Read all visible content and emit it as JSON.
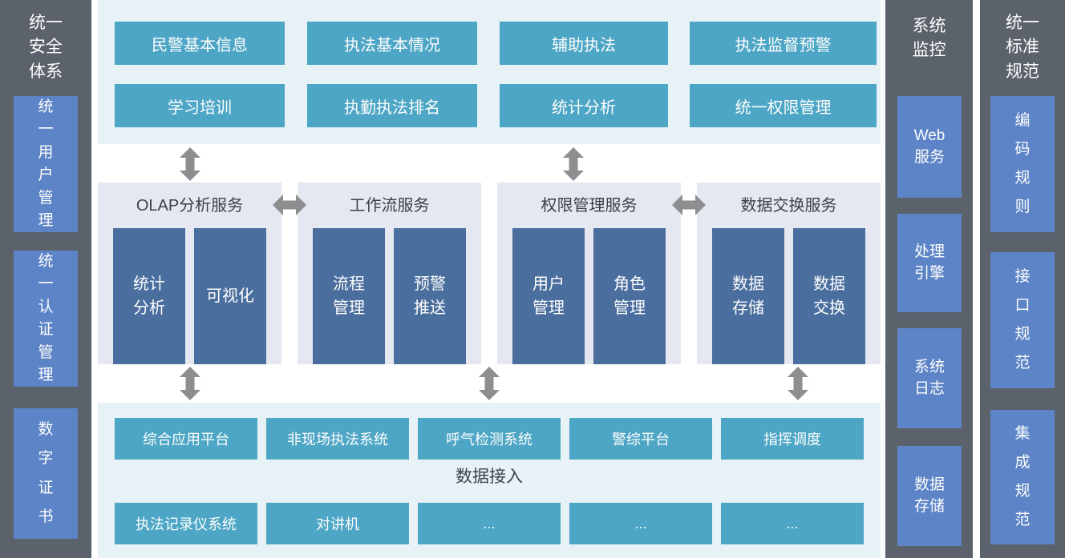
{
  "colors": {
    "column_dark": "#5b626b",
    "item_blue": "#5c84c6",
    "app_teal": "#4da6c5",
    "service_steel_blue": "#4a6e9e",
    "top_section_bg": "#e6f2f6",
    "panel_bg": "#e5e7f1",
    "arrow_gray": "#8c8e90",
    "heading_text": "#3c4148"
  },
  "left_sidebar": {
    "title": "统一安全体系",
    "title_lines": [
      "统一",
      "安全",
      "体系"
    ],
    "items": [
      {
        "label": "统一用户管理",
        "lines": [
          "统",
          "一",
          "用",
          "户",
          "管",
          "理"
        ]
      },
      {
        "label": "统一认证管理",
        "lines": [
          "统",
          "一",
          "认",
          "证",
          "管",
          "理"
        ]
      },
      {
        "label": "数字证书",
        "lines": [
          "数",
          "字",
          "证",
          "书"
        ]
      }
    ]
  },
  "top_apps": {
    "boxes": [
      "民警基本信息",
      "执法基本情况",
      "辅助执法",
      "执法监督预警",
      "学习培训",
      "执勤执法排名",
      "统计分析",
      "统一权限管理"
    ]
  },
  "services": [
    {
      "title": "OLAP分析服务",
      "boxes": [
        {
          "label": "统计分析",
          "lines": [
            "统计",
            "分析"
          ]
        },
        {
          "label": "可视化",
          "lines": [
            "可视化"
          ]
        }
      ]
    },
    {
      "title": "工作流服务",
      "boxes": [
        {
          "label": "流程管理",
          "lines": [
            "流程",
            "管理"
          ]
        },
        {
          "label": "预警推送",
          "lines": [
            "预警",
            "推送"
          ]
        }
      ]
    },
    {
      "title": "权限管理服务",
      "boxes": [
        {
          "label": "用户管理",
          "lines": [
            "用户",
            "管理"
          ]
        },
        {
          "label": "角色管理",
          "lines": [
            "角色",
            "管理"
          ]
        }
      ]
    },
    {
      "title": "数据交换服务",
      "boxes": [
        {
          "label": "数据存储",
          "lines": [
            "数据",
            "存储"
          ]
        },
        {
          "label": "数据交换",
          "lines": [
            "数据",
            "交换"
          ]
        }
      ]
    }
  ],
  "data_access": {
    "label": "数据接入",
    "platforms": [
      "综合应用平台",
      "非现场执法系统",
      "呼气检测系统",
      "警综平台",
      "指挥调度"
    ],
    "sources": [
      "执法记录仪系统",
      "对讲机",
      "...",
      "...",
      "..."
    ]
  },
  "monitor": {
    "title": "系统监控",
    "title_lines": [
      "系统",
      "监控"
    ],
    "items": [
      {
        "label": "Web服务",
        "lines": [
          "Web",
          "服务"
        ]
      },
      {
        "label": "处理引擎",
        "lines": [
          "处理",
          "引擎"
        ]
      },
      {
        "label": "系统日志",
        "lines": [
          "系统",
          "日志"
        ]
      },
      {
        "label": "数据存储",
        "lines": [
          "数据",
          "存储"
        ]
      }
    ]
  },
  "standards": {
    "title": "统一标准规范",
    "title_lines": [
      "统一",
      "标准",
      "规范"
    ],
    "items": [
      {
        "label": "编码规则",
        "lines": [
          "编",
          "码",
          "规",
          "则"
        ]
      },
      {
        "label": "接口规范",
        "lines": [
          "接",
          "口",
          "规",
          "范"
        ]
      },
      {
        "label": "集成规范",
        "lines": [
          "集",
          "成",
          "规",
          "范"
        ]
      }
    ]
  }
}
